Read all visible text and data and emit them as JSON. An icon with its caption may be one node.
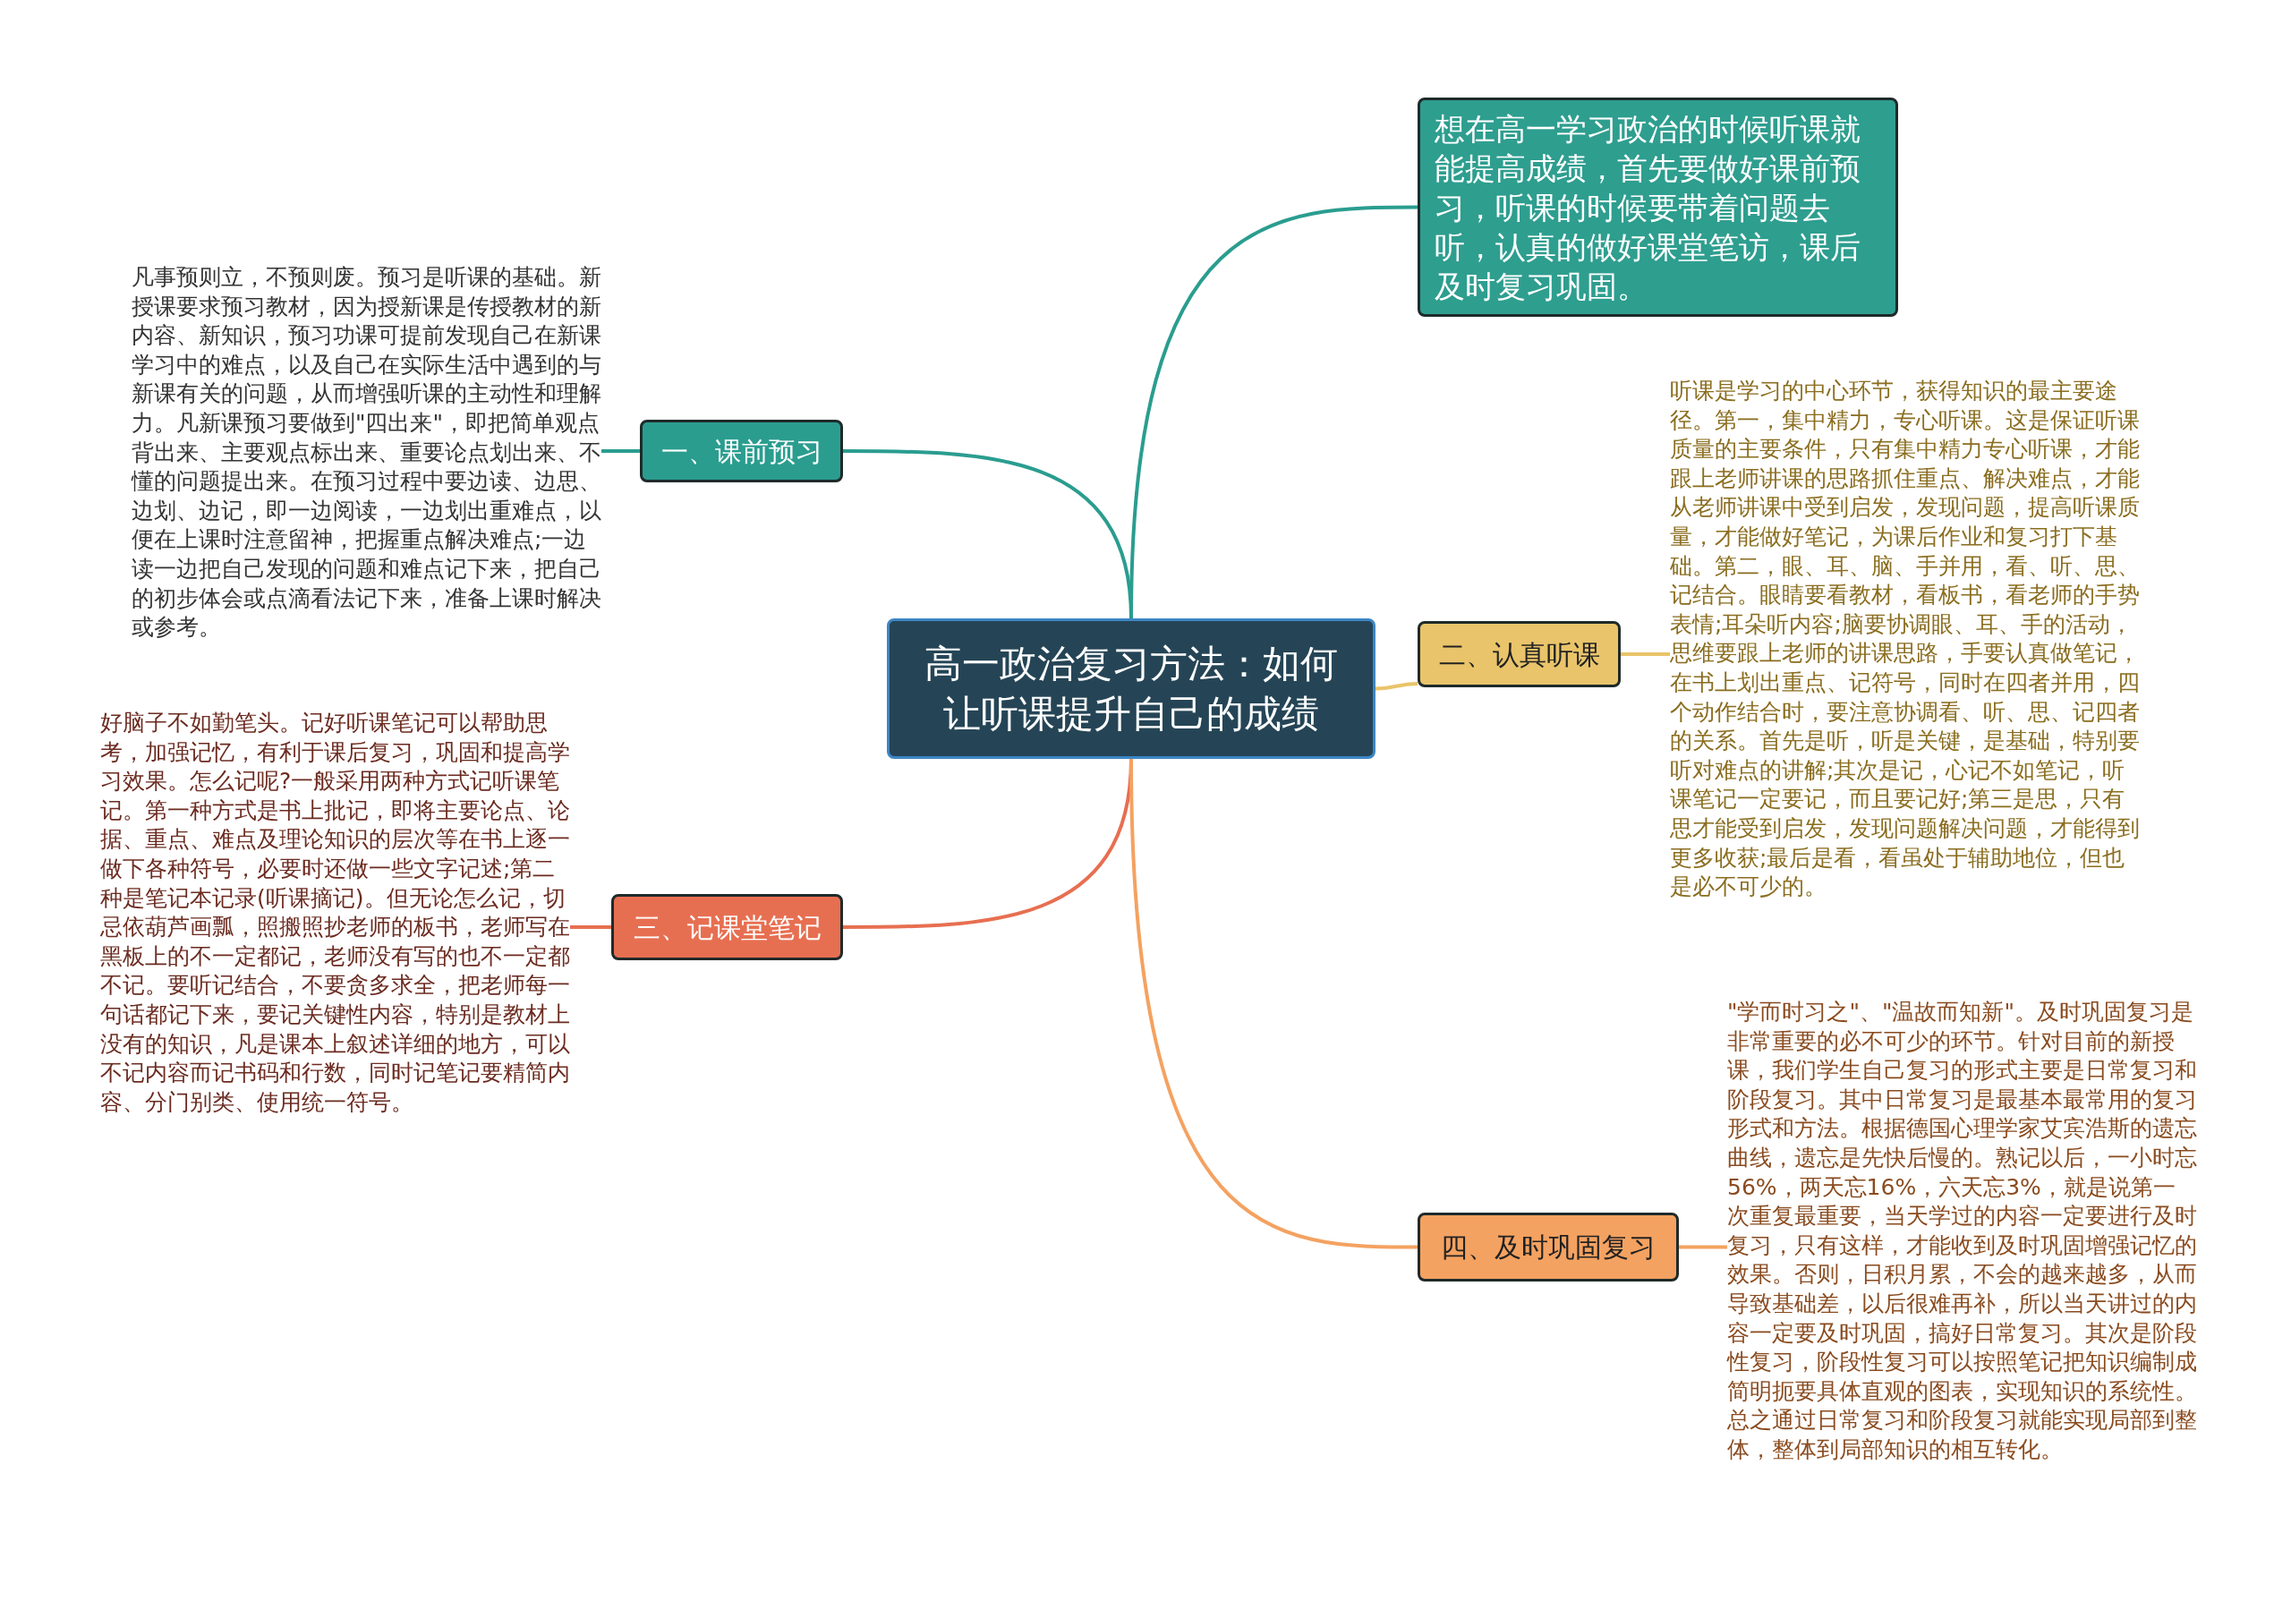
{
  "diagram": {
    "nodes": [
      {
        "text": [
          "高一政治复习方法：如何让听课提升自己的成绩"
        ]
      },
      {
        "text": [
          "想在高一学习政治的时候听课就能提高成绩，首先要做好课前预习，听课的时候要带着问题去听，认真的做好课堂笔访，课后及时复习巩固。"
        ]
      },
      {
        "text": [
          "一、课前预习"
        ]
      },
      {
        "text": [
          "凡事预则立，不预则废。预习是听课的基础。新授课要求预习教材，因为授新课是传授教材的新内容、新知识，预习功课可提前发现自己在新课学习中的难点，以及自己在实际生活中遇到的与新课有关的问题，从而增强听课的主动性和理解力。凡新课预习要做到\"四出来\"，即把简单观点背出来、主要观点标出来、重要论点划出来、不懂的问题提出来。在预习过程中要边读、边思、边划、边记，即一边阅读，一边划出重难点，以便在上课时注意留神，把握重点解决难点;一边读一边把自己发现的问题和难点记下来，把自己的初步体会或点滴看法记下来，准备上课时解决或参考。"
        ]
      },
      {
        "text": [
          "二、认真听课"
        ]
      },
      {
        "text": [
          "听课是学习的中心环节，获得知识的最主要途径。第一，集中精力，专心听课。这是保证听课质量的主要条件，只有集中精力专心听课，才能跟上老师讲课的思路抓住重点、解决难点，才能从老师讲课中受到启发，发现问题，提高听课质量，才能做好笔记，为课后作业和复习打下基础。第二，眼、耳、脑、手并用，看、听、思、记结合。眼睛要看教材，看板书，看老师的手势表情;耳朵听内容;脑要协调眼、耳、手的活动，思维要跟上老师的讲课思路，手要认真做笔记，在书上划出重点、记符号，同时在四者并用，四个动作结合时，要注意协调看、听、思、记四者的关系。首先是听，听是关键，是基础，特别要听对难点的讲解;其次是记，心记不如笔记，听课笔记一定要记，而且要记好;第三是思，只有思才能受到启发，发现问题解决问题，才能得到更多收获;最后是看，看虽处于辅助地位，但也是必不可少的。"
        ]
      },
      {
        "text": [
          "三、记课堂笔记"
        ]
      },
      {
        "text": [
          "好脑子不如勤笔头。记好听课笔记可以帮助思考，加强记忆，有利于课后复习，巩固和提高学习效果。怎么记呢?一般采用两种方式记听课笔记。第一种方式是书上批记，即将主要论点、论据、重点、难点及理论知识的层次等在书上逐一做下各种符号，必要时还做一些文字记述;第二种是笔记本记录(听课摘记)。但无论怎么记，切忌依葫芦画瓢，照搬照抄老师的板书，老师写在黑板上的不一定都记，老师没有写的也不一定都不记。要听记结合，不要贪多求全，把老师每一句话都记下来，要记关键性内容，特别是教材上没有的知识，凡是课本上叙述详细的地方，可以不记内容而记书码和行数，同时记笔记要精简内容、分门别类、使用统一符号。"
        ]
      },
      {
        "text": [
          "四、及时巩固复习"
        ]
      },
      {
        "text": [
          "\"学而时习之\"、\"温故而知新\"。及时巩固复习是非常重要的必不可少的环节。针对目前的新授课，我们学生自己复习的形式主要是日常复习和阶段复习。其中日常复习是最基本最常用的复习形式和方法。根据德国心理学家艾宾浩斯的遗忘曲线，遗忘是先快后慢的。熟记以后，一小时忘56%，两天忘16%，六天忘3%，就是说第一次重复最重要，当天学过的内容一定要进行及时复习，只有这样，才能收到及时巩固增强记忆的效果。否则，日积月累，不会的越来越多，从而导致基础差，以后很难再补，所以当天讲过的内容一定要及时巩固，搞好日常复习。其次是阶段性复习，阶段性复习可以按照笔记把知识编制成简明扼要具体直观的图表，实现知识的系统性。总之通过日常复习和阶段复习就能实现局部到整体，整体到局部知识的相互转化。"
        ]
      }
    ],
    "edges": [
      {
        "from": 0,
        "to": 1,
        "arrow": "none",
        "color": "#2a9d8f"
      },
      {
        "from": 0,
        "to": 2,
        "arrow": "none",
        "color": "#2a9d8f"
      },
      {
        "from": 2,
        "to": 3,
        "arrow": "none",
        "color": "#2a9d8f"
      },
      {
        "from": 0,
        "to": 4,
        "arrow": "none",
        "color": "#e9c46a"
      },
      {
        "from": 4,
        "to": 5,
        "arrow": "none",
        "color": "#e9c46a"
      },
      {
        "from": 0,
        "to": 6,
        "arrow": "none",
        "color": "#e76f51"
      },
      {
        "from": 6,
        "to": 7,
        "arrow": "none",
        "color": "#e76f51"
      },
      {
        "from": 0,
        "to": 8,
        "arrow": "none",
        "color": "#f4a261"
      },
      {
        "from": 8,
        "to": 9,
        "arrow": "none",
        "color": "#f4a261"
      }
    ]
  }
}
